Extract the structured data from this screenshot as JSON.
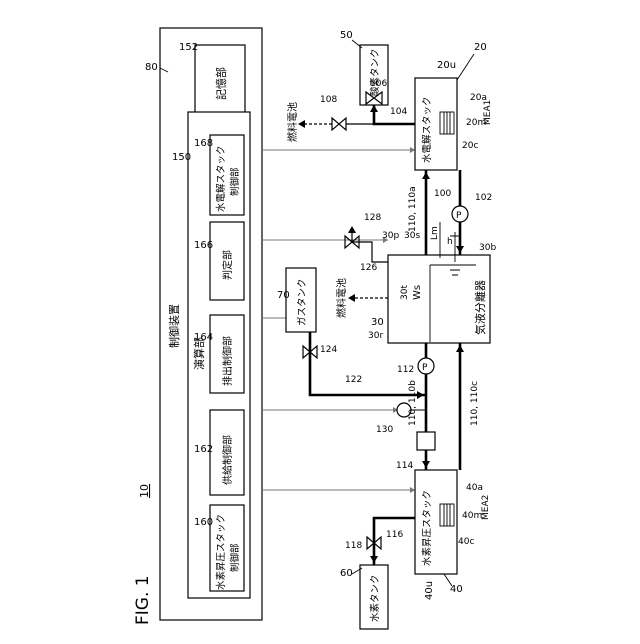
{
  "figure_label": "FIG. 1",
  "system_ref": "10",
  "controller": {
    "ref": "80",
    "title": "制御装置",
    "storage": {
      "ref": "152",
      "label": "記憶部"
    },
    "compute": {
      "ref": "150",
      "label": "演算部"
    },
    "units": [
      {
        "ref": "168",
        "line1": "水電解スタック",
        "line2": "制御部"
      },
      {
        "ref": "166",
        "line1": "判定部",
        "line2": ""
      },
      {
        "ref": "164",
        "line1": "排出制御部",
        "line2": ""
      },
      {
        "ref": "162",
        "line1": "供給制御部",
        "line2": ""
      },
      {
        "ref": "160",
        "line1": "水素昇圧スタック",
        "line2": "制御部"
      }
    ]
  },
  "components": {
    "electrolysis": {
      "ref": "20",
      "label": "水電解スタック",
      "u_ref": "20u",
      "a": "20a",
      "m": "20m",
      "c": "20c",
      "mea": "MEA1"
    },
    "separator": {
      "ref": "30",
      "label": "気液分離器",
      "p": "30p",
      "s": "30s",
      "b": "30b",
      "t": "30t",
      "r": "30r",
      "ws": "Ws"
    },
    "booster": {
      "ref": "40",
      "label": "水素昇圧スタック",
      "u_ref": "40u",
      "a": "40a",
      "m": "40m",
      "c": "40c",
      "mea": "MEA2"
    },
    "oxygen_tank": {
      "ref": "50",
      "label": "酸素タンク"
    },
    "hydrogen_tank": {
      "ref": "60",
      "label": "水素タンク"
    },
    "gas_tank": {
      "ref": "70",
      "label": "ガスタンク"
    }
  },
  "refs": {
    "r100": "100",
    "r102": "102",
    "r104": "104",
    "r106": "106",
    "r108": "108",
    "r110a": "110, 110a",
    "r110b": "110, 110b",
    "r110c": "110, 110c",
    "r112": "112",
    "r114": "114",
    "r116": "116",
    "r118": "118",
    "r122": "122",
    "r124": "124",
    "r126": "126",
    "r128": "128",
    "r130": "130",
    "Lm": "Lm",
    "h": "h"
  },
  "labels": {
    "fuel_cell_top": "燃料電池",
    "fuel_cell_mid": "燃料電池",
    "pump_symbol": "P"
  }
}
